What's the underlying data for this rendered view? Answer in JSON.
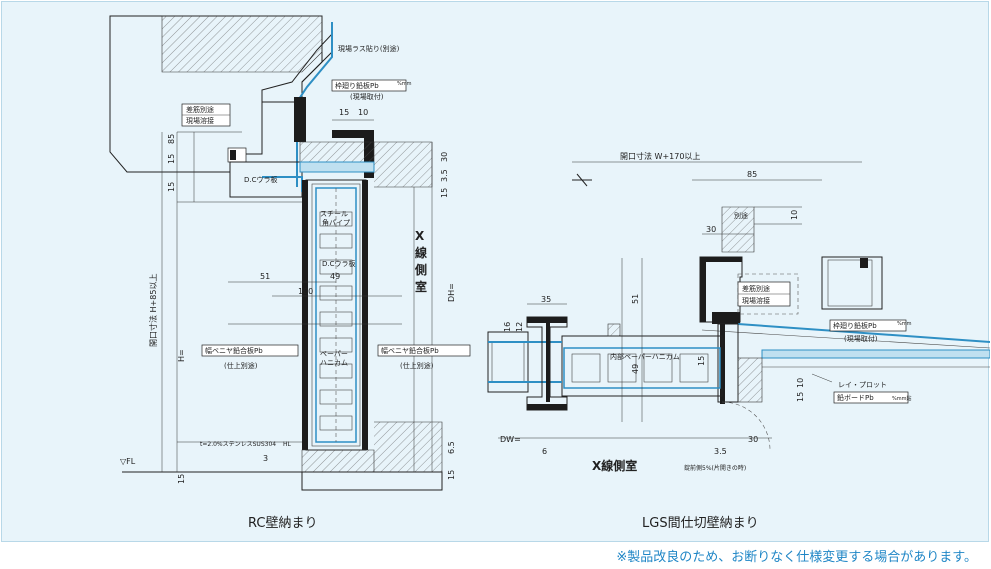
{
  "left_diagram": {
    "title": "RC壁納まり",
    "side_label": "X線側室",
    "labels": {
      "lath": "現場ラス貼り(別途)",
      "frame_lead": "枠廻り鉛板Pb",
      "frame_lead_unit": "%mm",
      "frame_lead_note": "(現場取付)",
      "rebar_1": "差筋別途",
      "rebar_2": "現場溶接",
      "dc_plate": "D.Cウラ板",
      "steel_pipe_1": "スチール",
      "steel_pipe_2": "角パイプ",
      "dc_plate_2": "D.Cウラ板",
      "veneer_lead_left": "幅ベニヤ鉛合板Pb",
      "veneer_lead_right": "幅ベニヤ鉛合板Pb",
      "veneer_lead_unit": "%mm",
      "finish_left": "(仕上別途)",
      "finish_right": "(仕上別途)",
      "paper_1": "ペーパー",
      "paper_2": "ハニカム",
      "stainless": "t=2.0%ステンレスSUS304",
      "hl": "HL",
      "fl": "▽FL",
      "opening": "開口寸法 H+85以上",
      "h_eq": "H=",
      "dh_eq": "DH="
    },
    "dims": [
      "85",
      "15",
      "15",
      "15",
      "10",
      "30",
      "3.5",
      "15",
      "51",
      "49",
      "100",
      "3",
      "6.5",
      "15",
      "15"
    ]
  },
  "right_diagram": {
    "title": "LGS間仕切壁納まり",
    "side_label": "X線側室",
    "labels": {
      "opening": "開口寸法 W+170以上",
      "separate": "別途",
      "rebar_1": "差筋別途",
      "rebar_2": "現場溶接",
      "frame_lead": "枠廻り鉛板Pb",
      "frame_lead_unit": "%mm",
      "frame_lead_note": "(現場取付)",
      "inner_1": "内部ペーパーハニカム",
      "ray_proof": "レイ・プロット",
      "lead_board": "鉛ボードPb",
      "lead_board_unit": "%mm貼",
      "dw_eq": "DW=",
      "hinge_note": "錠前側5%(片開きの時)"
    },
    "dims": [
      "85",
      "10",
      "30",
      "35",
      "16",
      "12",
      "51",
      "49",
      "15",
      "10",
      "15",
      "3.5",
      "30",
      "6"
    ]
  },
  "note": "※製品改良のため、お断りなく仕様変更する場合があります。"
}
